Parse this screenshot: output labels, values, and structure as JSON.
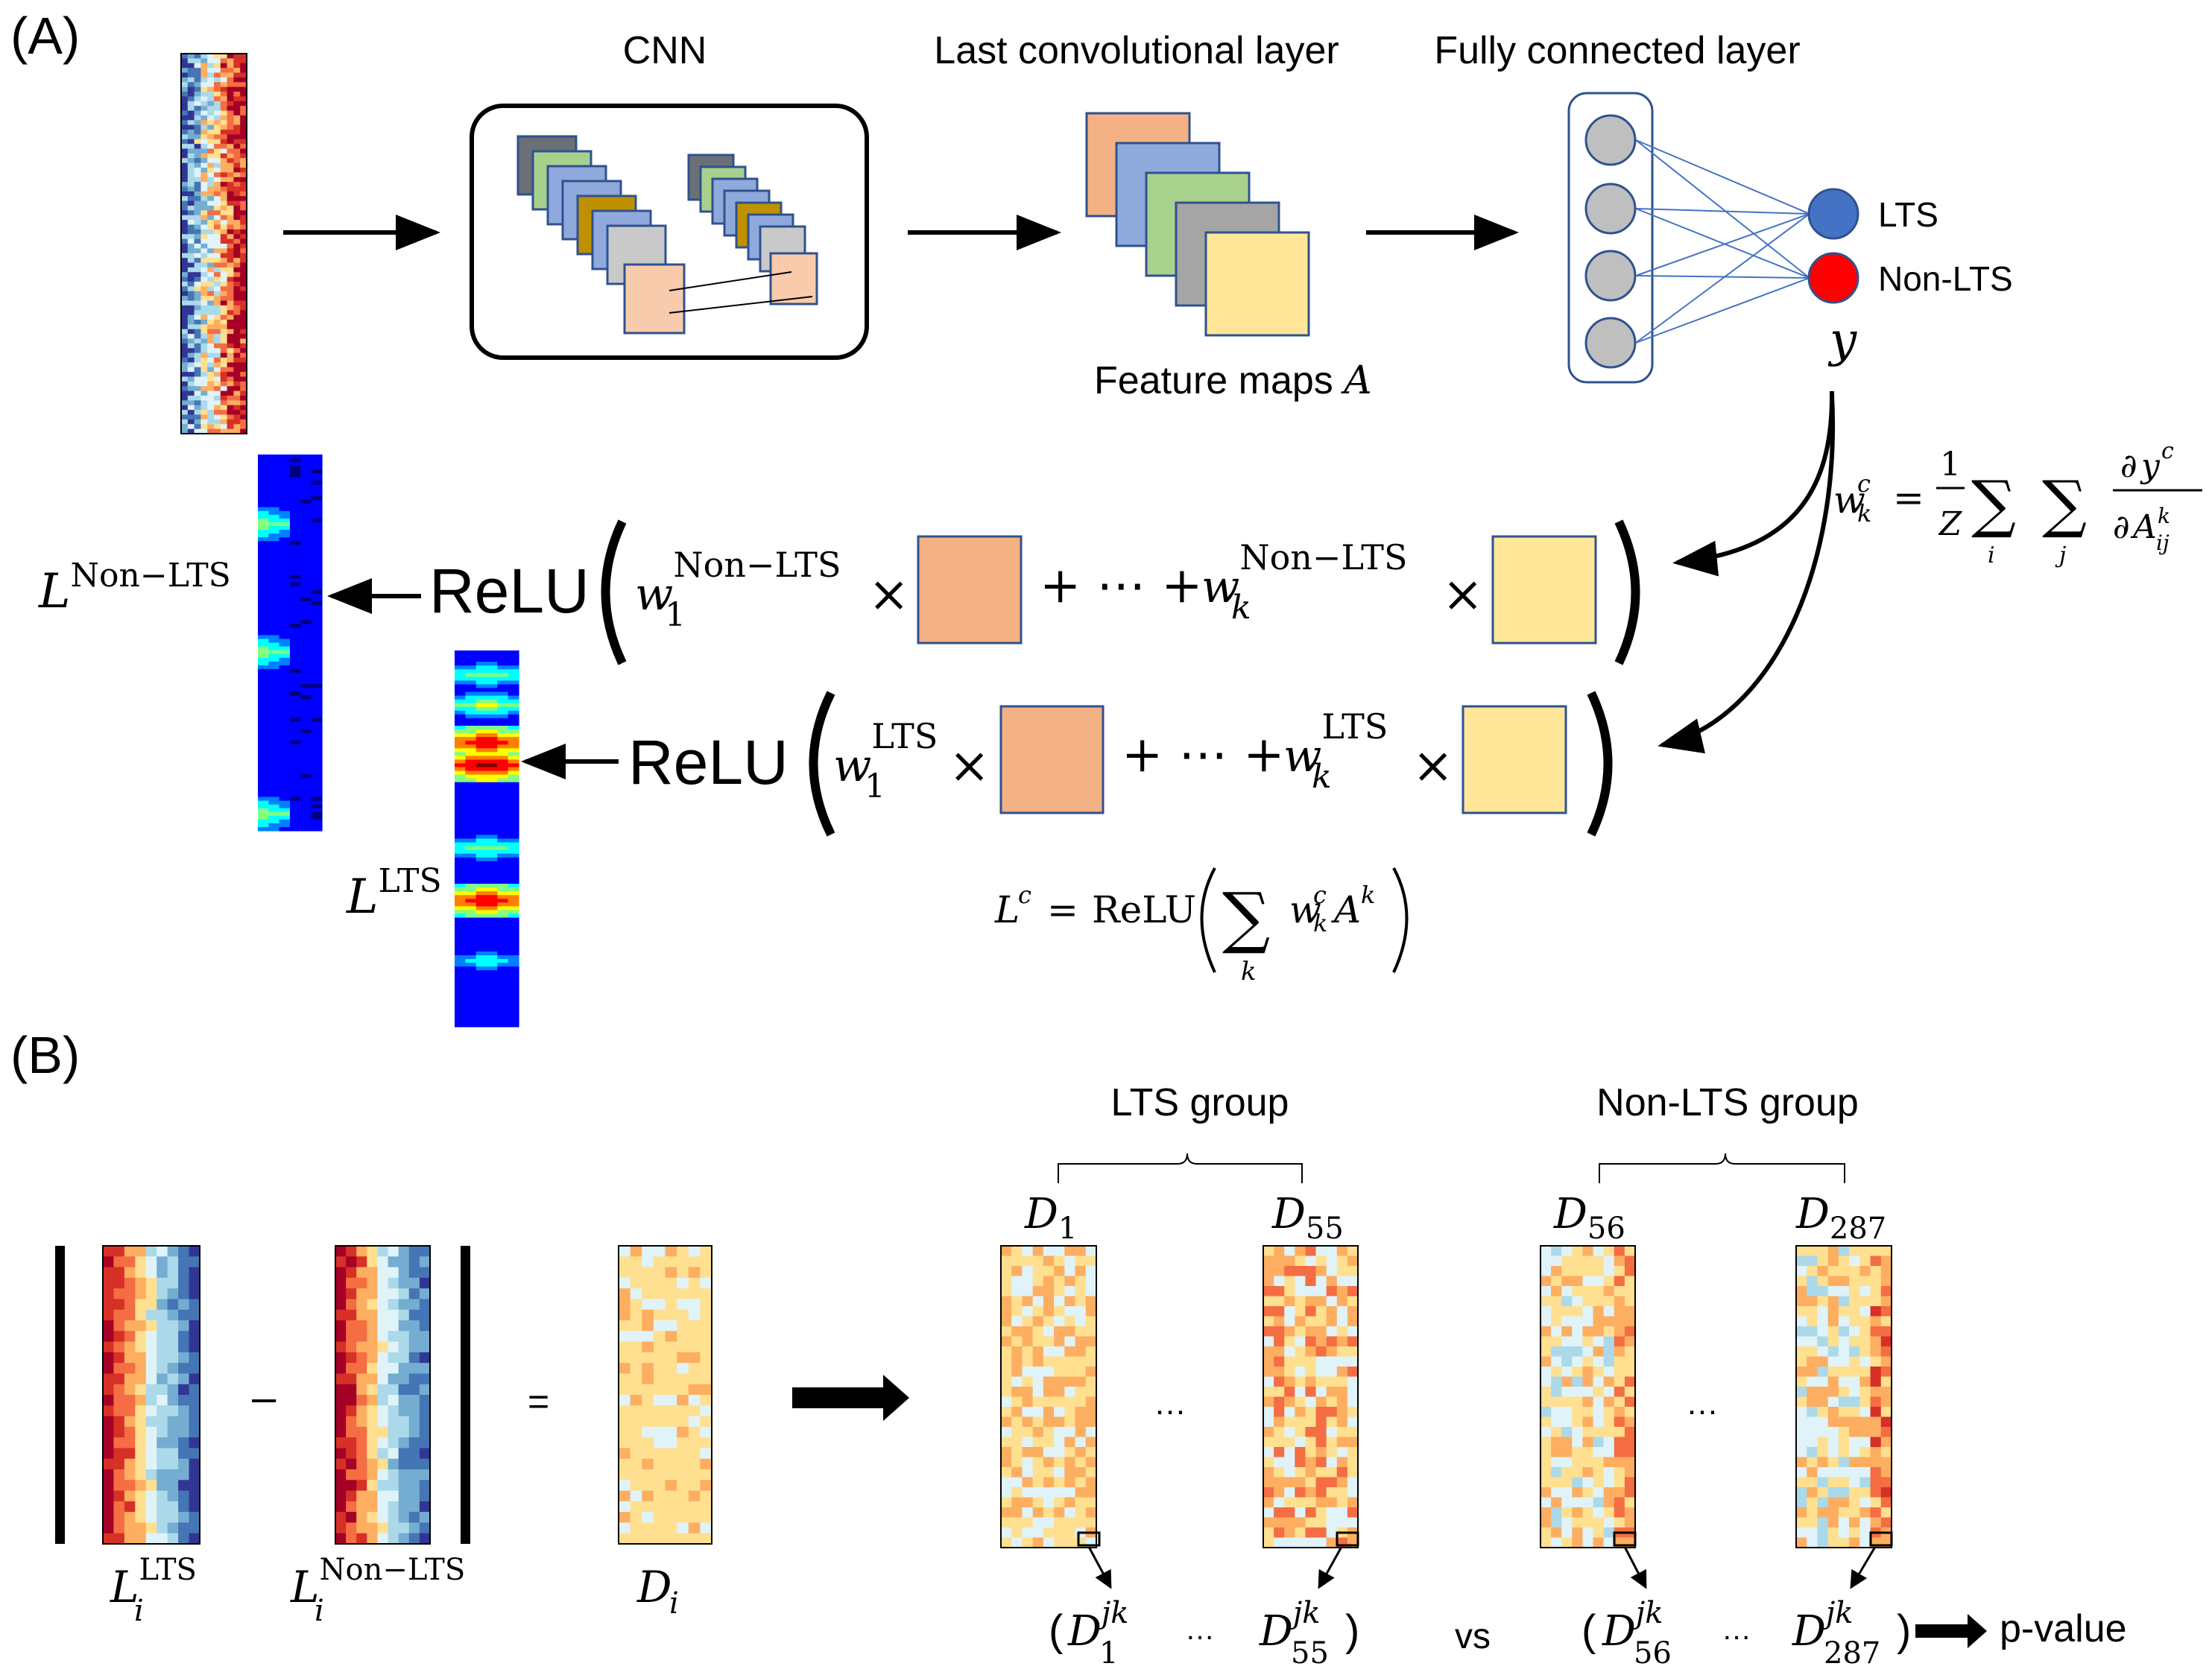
{
  "panel_a": {
    "label": "(A)",
    "cnn_title": "CNN",
    "last_conv_title": "Last convolutional layer",
    "fc_title": "Fully connected layer",
    "feature_maps_text": "Feature maps",
    "feature_maps_var": "A",
    "output_var": "y",
    "lts_label": "LTS",
    "nonlts_label": "Non-LTS",
    "relu": "ReLU",
    "w_symbol": "w",
    "sub_1": "1",
    "sub_k": "k",
    "sup_nonlts": "Non−LTS",
    "sup_lts": "LTS",
    "times": "×",
    "plus_dots_plus": "+ ⋯ +",
    "L_symbol": "L",
    "sup_c": "c",
    "k_sym": "k",
    "A_sym": "A",
    "Z_sym": "Z",
    "one": "1",
    "sigma": "∑",
    "i_sym": "i",
    "j_sym": "j",
    "ij_sym": "ij",
    "partial": "∂",
    "equals": "=",
    "relu_formula": "ReLU"
  },
  "panel_b": {
    "label": "(B)",
    "L_symbol": "L",
    "sub_i": "i",
    "sup_lts": "LTS",
    "sup_nonlts": "Non−LTS",
    "minus": "–",
    "equals": "=",
    "D_symbol": "D",
    "lts_group": "LTS group",
    "nonlts_group": "Non-LTS group",
    "idx_1": "1",
    "idx_55": "55",
    "idx_56": "56",
    "idx_287": "287",
    "jk": "jk",
    "ellipsis": "…",
    "open_paren": "(",
    "close_paren": ")",
    "vs": "vs",
    "pvalue": "p-value"
  },
  "colors": {
    "cnn_dark": "#6b6f76",
    "cnn_green": "#a8d08d",
    "cnn_blue": "#8fa9dc",
    "cnn_gold": "#bf9000",
    "fm_orange": "#f4b183",
    "fm_blue": "#8faadc",
    "fm_green": "#a9d18e",
    "fm_gray": "#a5a5a5",
    "fm_yellow": "#ffe699",
    "node_gray": "#bfbfbf",
    "lts_blue": "#4472c4",
    "nonlts_red": "#ff0000",
    "peach": "#f8cbad",
    "fc_line": "#4472c4",
    "heat_red": "#d73027",
    "heat_blue": "#4575b4"
  }
}
